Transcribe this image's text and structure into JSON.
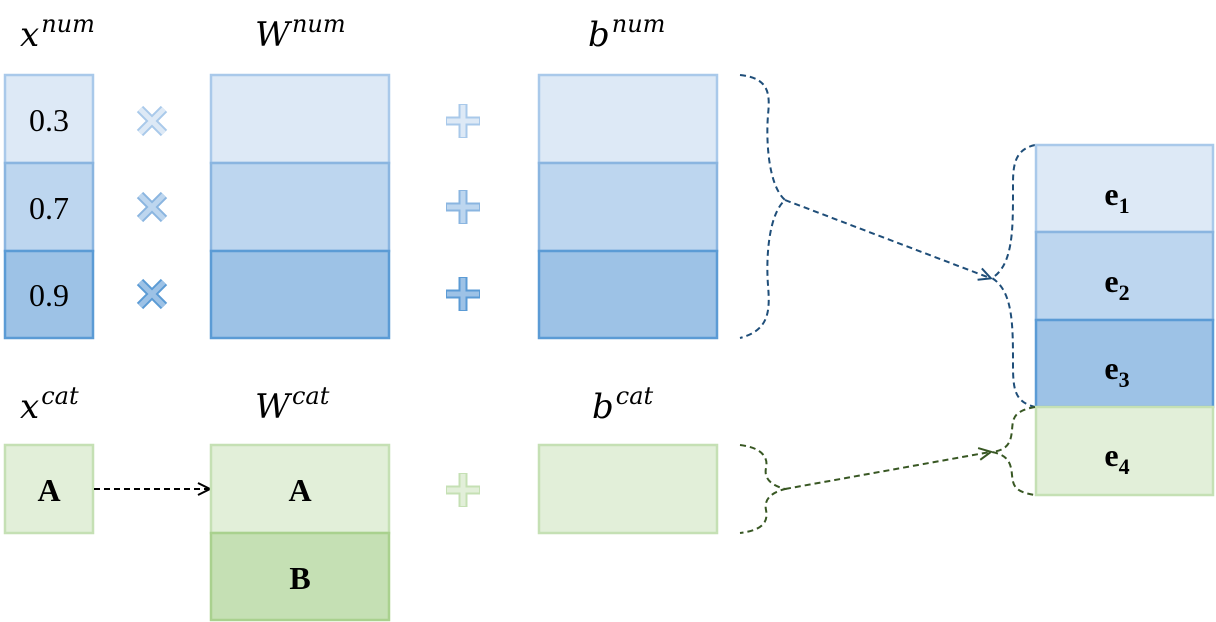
{
  "labels": {
    "x_num": {
      "base": "x",
      "sup": "num"
    },
    "w_num": {
      "base": "W",
      "sup": "num"
    },
    "b_num": {
      "base": "b",
      "sup": "num"
    },
    "x_cat": {
      "base": "x",
      "sup": "cat"
    },
    "w_cat": {
      "base": "W",
      "sup": "cat"
    },
    "b_cat": {
      "base": "b",
      "sup": "cat"
    }
  },
  "x_num_values": [
    "0.3",
    "0.7",
    "0.9"
  ],
  "x_cat_value": "A",
  "w_cat_rows": [
    "A",
    "B"
  ],
  "embeddings": [
    {
      "base": "e",
      "sub": "1"
    },
    {
      "base": "e",
      "sub": "2"
    },
    {
      "base": "e",
      "sub": "3"
    },
    {
      "base": "e",
      "sub": "4"
    }
  ],
  "colors": {
    "blue_light_fill": "#dde9f6",
    "blue_light_stroke": "#a9c9ea",
    "blue_mid_fill": "#bdd6ef",
    "blue_mid_stroke": "#8ab5e0",
    "blue_dark_fill": "#9dc2e6",
    "blue_dark_stroke": "#5b9bd5",
    "green_light_fill": "#e2efd9",
    "green_light_stroke": "#c5e0b4",
    "green_dark_fill": "#c5e0b4",
    "green_dark_stroke": "#a9d18e",
    "navy_dashed": "#1f4e79",
    "olive_dashed": "#385723",
    "black_dashed": "#000000"
  }
}
